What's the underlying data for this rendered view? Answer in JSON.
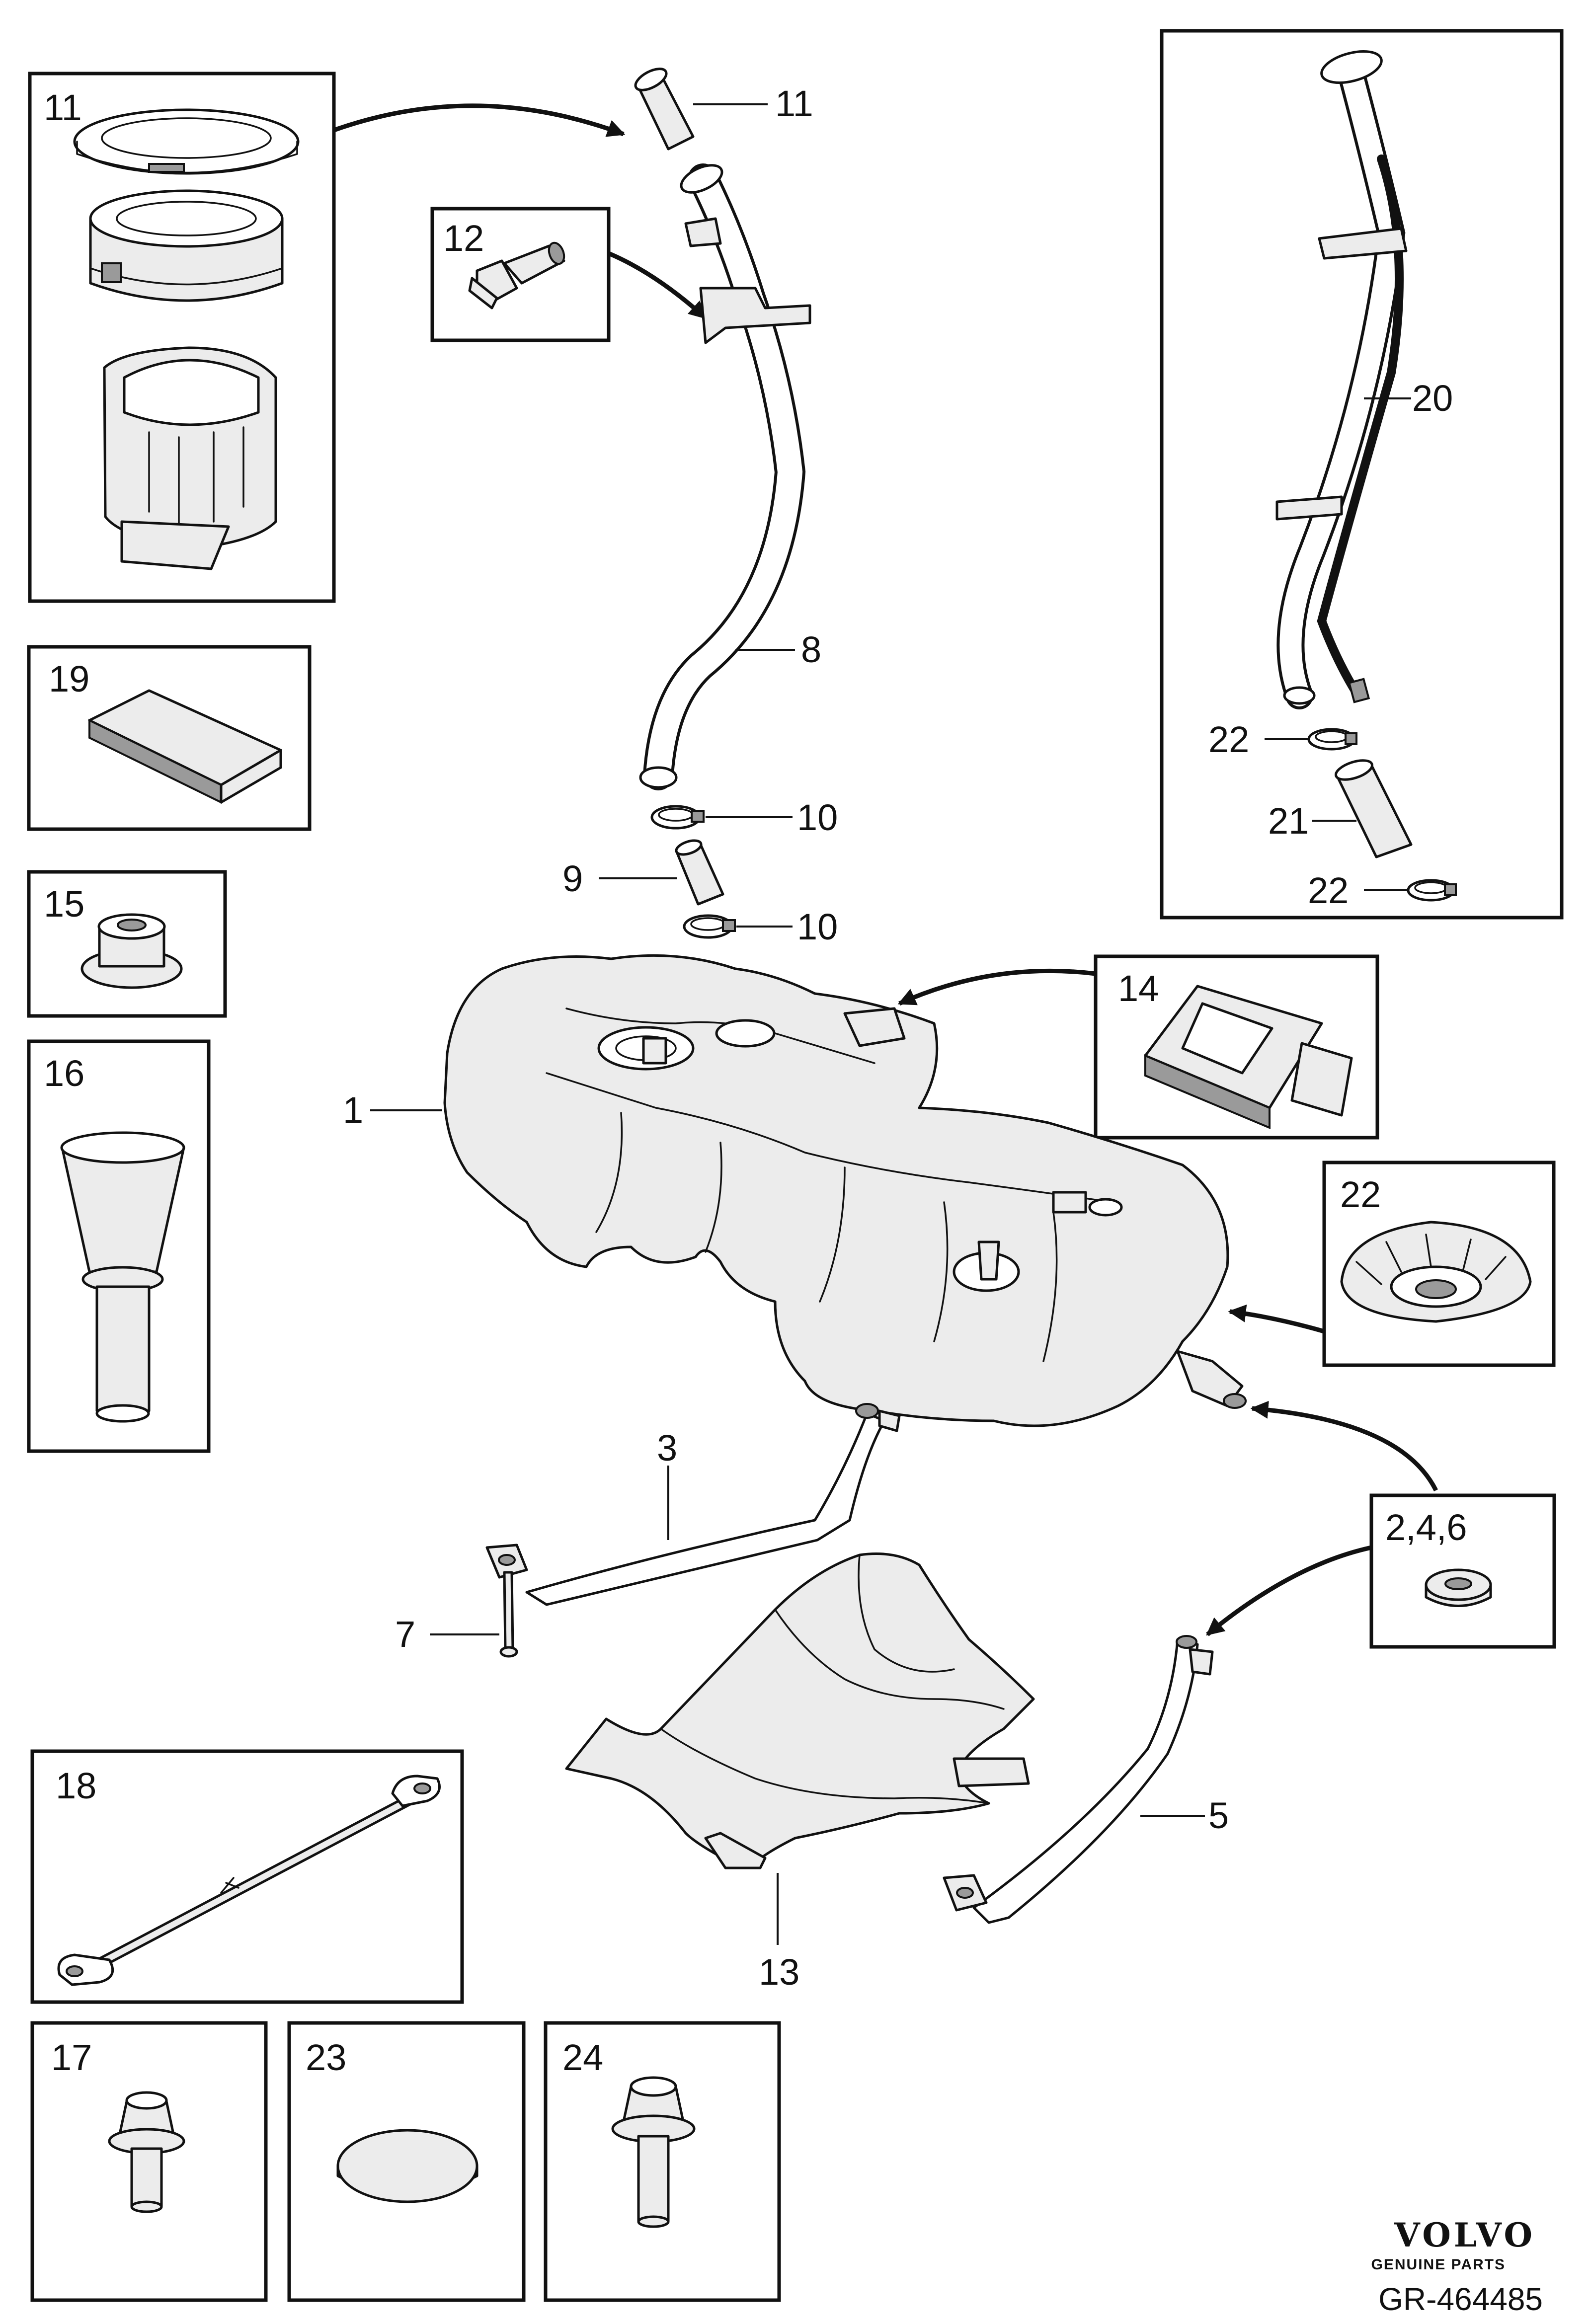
{
  "callouts": {
    "fuel_pump_box": "11",
    "tank_cap": "11",
    "bolt_box": "12",
    "filler_pipe": "8",
    "clamp_upper": "10",
    "connector_hose": "9",
    "clamp_lower": "10",
    "pad_box": "19",
    "nut_box": "15",
    "funnel_box": "16",
    "control_module_box": "14",
    "fuel_tank": "1",
    "seal_box": "22",
    "alt_filler_pipe": "20",
    "clamp_a": "22",
    "alt_hose": "21",
    "clamp_b": "22",
    "strap_front": "3",
    "washer_box": "2,4,6",
    "screw": "7",
    "heat_shield": "13",
    "strap_rear": "5",
    "ground_strap_box": "18",
    "flange_bolt_box": "17",
    "cover_box": "23",
    "hex_bolt_box": "24"
  },
  "brand": {
    "name": "VOLVO",
    "tagline": "GENUINE PARTS"
  },
  "diagram_id": "GR-464485"
}
